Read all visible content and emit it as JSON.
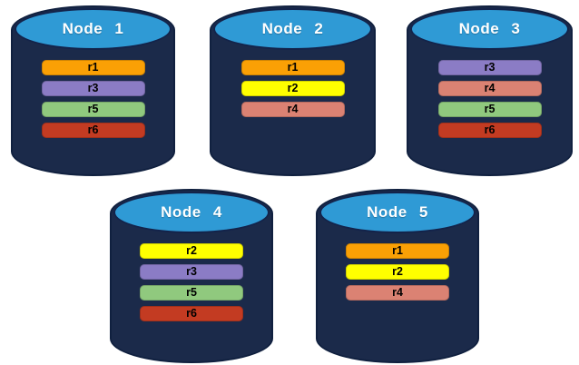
{
  "palette": {
    "background": "#ffffff",
    "cylinder_body": "#1b2a4a",
    "cylinder_outline": "#10203f",
    "cylinder_top": "#2f9ad5",
    "node_title_color": "#ffffff",
    "bar_label_color": "#000000"
  },
  "replica_colors": {
    "r1": "#faa005",
    "r2": "#ffff00",
    "r3": "#8b7cc5",
    "r4": "#db8273",
    "r5": "#90c97e",
    "r6": "#c33b22"
  },
  "nodes": [
    {
      "label": "Node 1",
      "replicas": [
        {
          "label": "r1",
          "color": "#faa005"
        },
        {
          "label": "r3",
          "color": "#8b7cc5"
        },
        {
          "label": "r5",
          "color": "#90c97e"
        },
        {
          "label": "r6",
          "color": "#c33b22"
        }
      ]
    },
    {
      "label": "Node 2",
      "replicas": [
        {
          "label": "r1",
          "color": "#faa005"
        },
        {
          "label": "r2",
          "color": "#ffff00"
        },
        {
          "label": "r4",
          "color": "#db8273"
        }
      ]
    },
    {
      "label": "Node 3",
      "replicas": [
        {
          "label": "r3",
          "color": "#8b7cc5"
        },
        {
          "label": "r4",
          "color": "#db8273"
        },
        {
          "label": "r5",
          "color": "#90c97e"
        },
        {
          "label": "r6",
          "color": "#c33b22"
        }
      ]
    },
    {
      "label": "Node 4",
      "replicas": [
        {
          "label": "r2",
          "color": "#ffff00"
        },
        {
          "label": "r3",
          "color": "#8b7cc5"
        },
        {
          "label": "r5",
          "color": "#90c97e"
        },
        {
          "label": "r6",
          "color": "#c33b22"
        }
      ]
    },
    {
      "label": "Node 5",
      "replicas": [
        {
          "label": "r1",
          "color": "#faa005"
        },
        {
          "label": "r2",
          "color": "#ffff00"
        },
        {
          "label": "r4",
          "color": "#db8273"
        }
      ]
    }
  ]
}
